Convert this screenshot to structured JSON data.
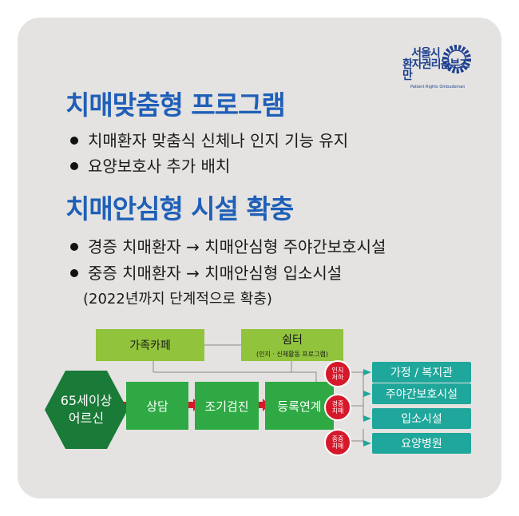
{
  "logo": {
    "line1": "서울시",
    "line2": "환자권리옴부즈만",
    "subtitle": "Patient Rights Ombudsman"
  },
  "section1": {
    "heading": "치매맞춤형 프로그램",
    "bullets": [
      "치매환자 맞춤식 신체나 인지 기능 유지",
      "요양보호사 추가 배치"
    ]
  },
  "section2": {
    "heading": "치매안심형 시설 확충",
    "bullets": [
      "경증 치매환자 → 치매안심형 주야간보호시설",
      "중증 치매환자 → 치매안심형 입소시설"
    ],
    "note": "(2022년까지 단계적으로 확충)"
  },
  "flow": {
    "top_left": "가족카페",
    "top_right_title": "쉼터",
    "top_right_sub": "(인지 · 신체활동 프로그램)",
    "start": [
      "65세이상",
      "어르신"
    ],
    "steps": [
      "상담",
      "조기검진",
      "등록연계"
    ],
    "badges": [
      [
        "인지",
        "저하"
      ],
      [
        "경증",
        "치매"
      ],
      [
        "중증",
        "치매"
      ]
    ],
    "outcomes": [
      "가정 / 복지관",
      "주야간보호시설",
      "입소시설",
      "요양병원"
    ],
    "colors": {
      "lime": "#91c33c",
      "green": "#2ea944",
      "dark_green": "#1a7a38",
      "teal": "#1fa79b",
      "arrow_red": "#d6192a",
      "heading_blue": "#1f5fb8"
    }
  }
}
